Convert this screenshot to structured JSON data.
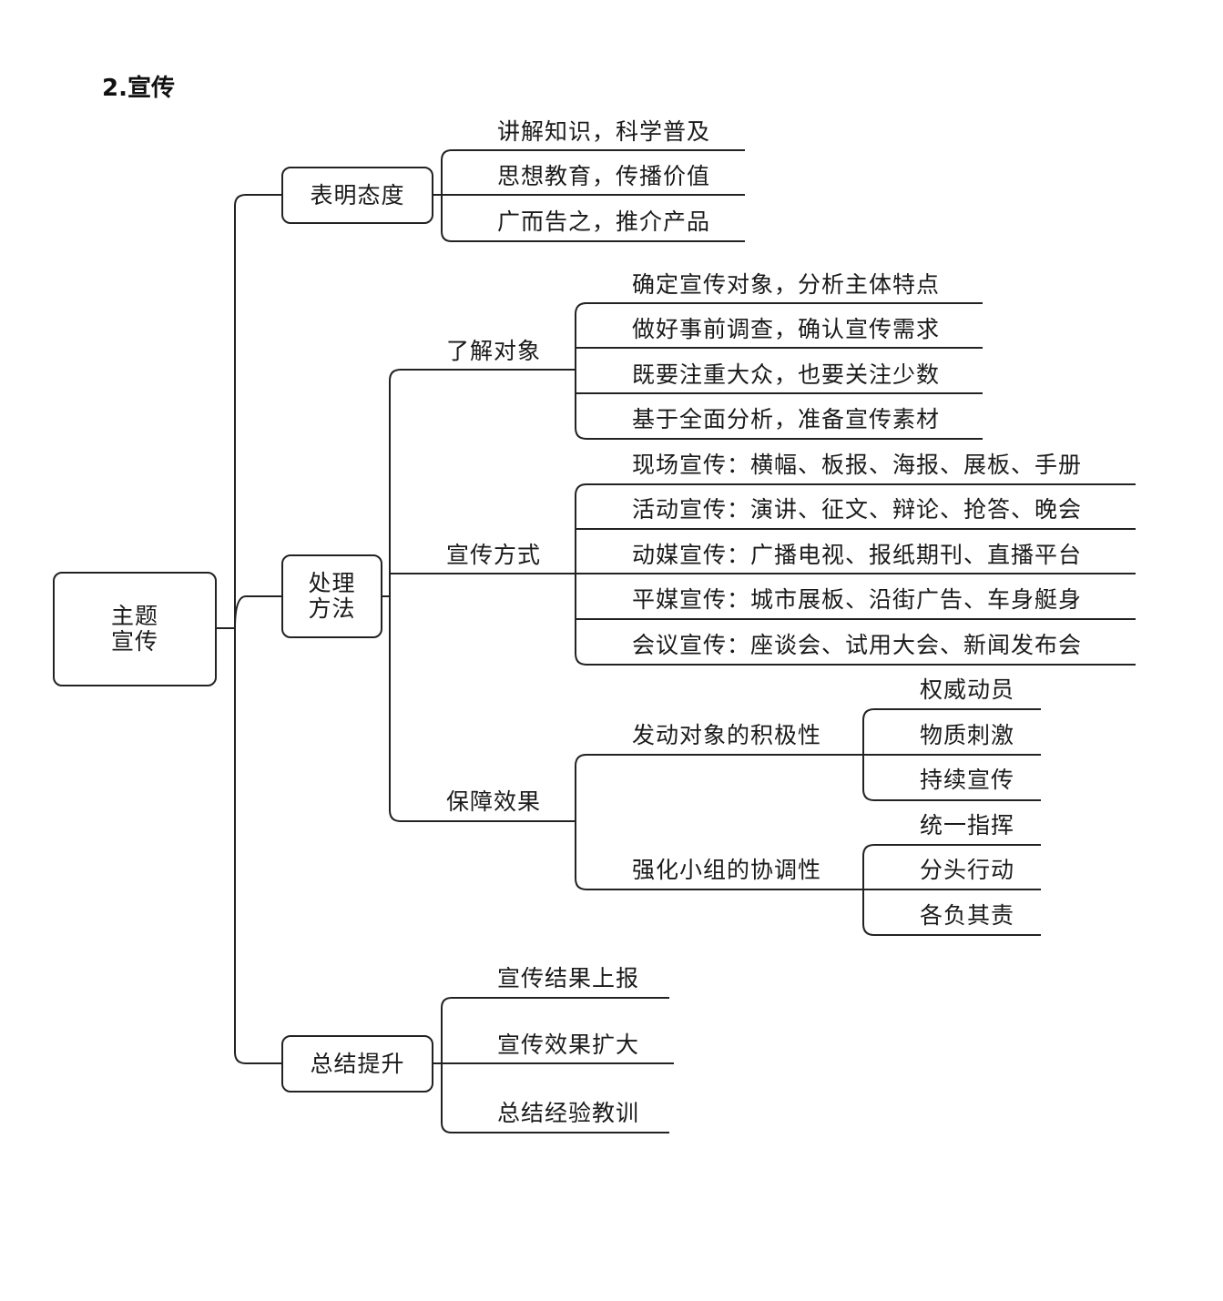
{
  "heading": "2.宣传",
  "root": "主题\n宣传",
  "branches": {
    "attitude": {
      "label": "表明态度",
      "items": [
        "讲解知识，科学普及",
        "思想教育，传播价值",
        "广而告之，推介产品"
      ]
    },
    "method": {
      "label": "处理\n方法",
      "understand": {
        "label": "了解对象",
        "items": [
          "确定宣传对象，分析主体特点",
          "做好事前调查，确认宣传需求",
          "既要注重大众，也要关注少数",
          "基于全面分析，准备宣传素材"
        ]
      },
      "ways": {
        "label": "宣传方式",
        "items": [
          "现场宣传：横幅、板报、海报、展板、手册",
          "活动宣传：演讲、征文、辩论、抢答、晚会",
          "动媒宣传：广播电视、报纸期刊、直播平台",
          "平媒宣传：城市展板、沿街广告、车身艇身",
          "会议宣传：座谈会、试用大会、新闻发布会"
        ]
      },
      "ensure": {
        "label": "保障效果",
        "mobilize": {
          "label": "发动对象的积极性",
          "items": [
            "权威动员",
            "物质刺激",
            "持续宣传"
          ]
        },
        "coordinate": {
          "label": "强化小组的协调性",
          "items": [
            "统一指挥",
            "分头行动",
            "各负其责"
          ]
        }
      }
    },
    "summary": {
      "label": "总结提升",
      "items": [
        "宣传结果上报",
        "宣传效果扩大",
        "总结经验教训"
      ]
    }
  }
}
